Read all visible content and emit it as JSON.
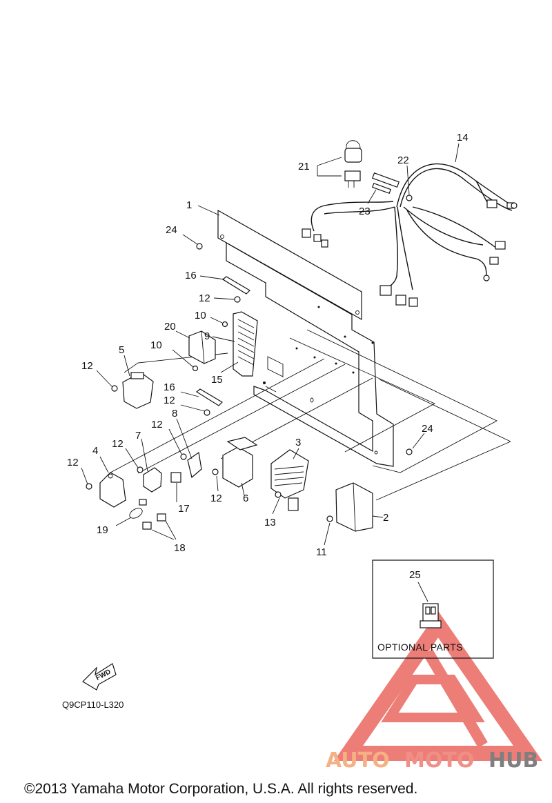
{
  "callouts": {
    "c1": "1",
    "c2": "2",
    "c3": "3",
    "c4": "4",
    "c5": "5",
    "c6": "6",
    "c7": "7",
    "c8": "8",
    "c9": "9",
    "c10a": "10",
    "c10b": "10",
    "c11": "11",
    "c12a": "12",
    "c12b": "12",
    "c12c": "12",
    "c12d": "12",
    "c12e": "12",
    "c12f": "12",
    "c12g": "12",
    "c13": "13",
    "c14": "14",
    "c15": "15",
    "c16a": "16",
    "c16b": "16",
    "c17": "17",
    "c18": "18",
    "c19": "19",
    "c20": "20",
    "c21": "21",
    "c22": "22",
    "c23": "23",
    "c24a": "24",
    "c24b": "24",
    "c25": "25"
  },
  "optional_box": {
    "label": "OPTIONAL PARTS"
  },
  "fwd_label": "FWD",
  "diagram_code": "Q9CP110-L320",
  "watermark": {
    "auto": "AUTO",
    "moto": "MOTO",
    "hub": "HUB",
    "red": "#e8524a",
    "orange": "#f4b183",
    "gray": "#7f7f7f"
  },
  "copyright": "©2013 Yamaha Motor Corporation, U.S.A. All rights reserved."
}
